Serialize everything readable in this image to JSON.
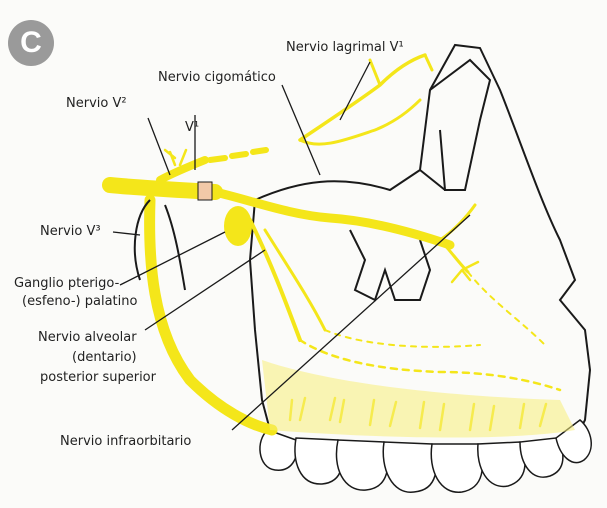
{
  "figure": {
    "badge": "C",
    "labels": {
      "lagrimal": "Nervio lagrimal V¹",
      "cigomatico": "Nervio cigomático",
      "v2": "Nervio V²",
      "v1": "V¹",
      "v3": "Nervio V³",
      "ganglio_1": "Ganglio pterigo-",
      "ganglio_2": "(esfeno-) palatino",
      "alveolar_1": "Nervio alveolar",
      "alveolar_2": "(dentario)",
      "alveolar_3": "posterior superior",
      "infraorbitario": "Nervio infraorbitario"
    }
  },
  "colors": {
    "nerve": "#f4e61a",
    "nerve_edge": "#d8c800",
    "ganglion_knot": "#f2c9a8",
    "bone_line": "#1a1a1a",
    "leader": "#1a1a1a",
    "badge": "#9a9a9a"
  }
}
